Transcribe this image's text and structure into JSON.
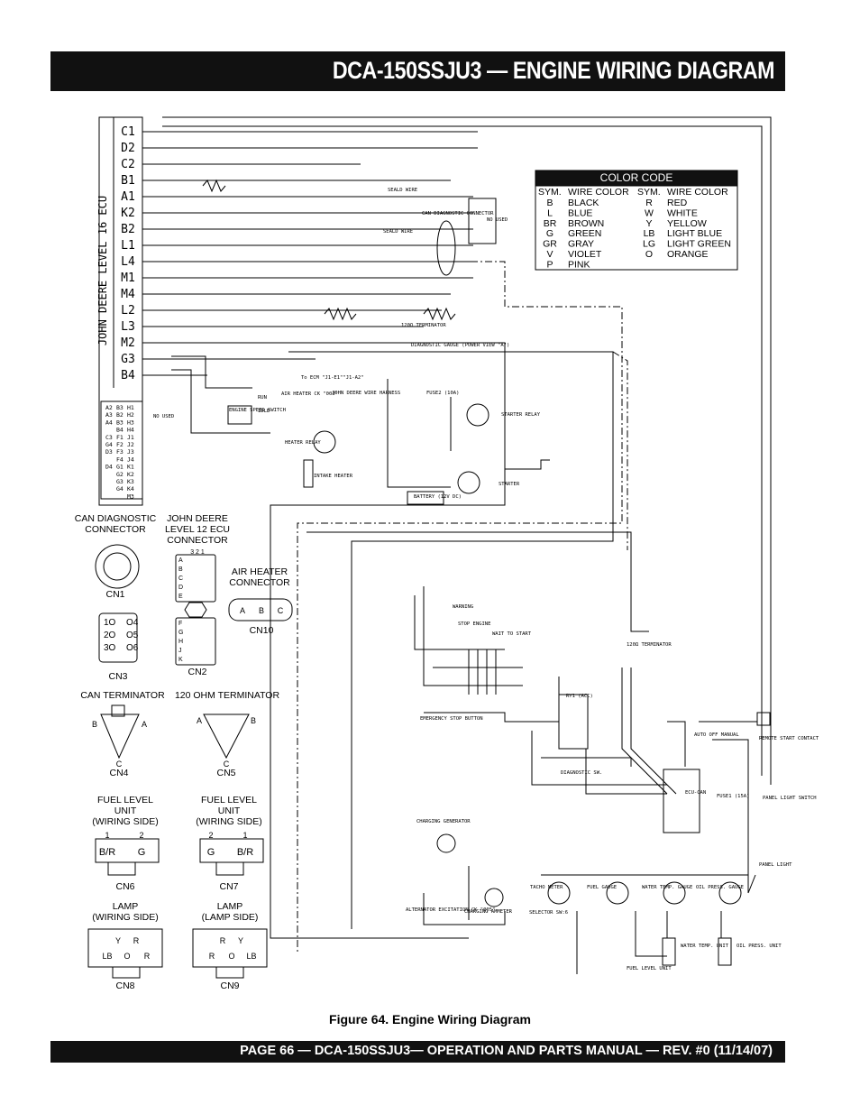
{
  "header": {
    "title": "DCA-150SSJU3 — ENGINE WIRING DIAGRAM"
  },
  "footer": {
    "text": "PAGE 66 — DCA-150SSJU3— OPERATION AND PARTS MANUAL — REV. #0 (11/14/07)"
  },
  "figure": {
    "caption": "Figure 64. Engine Wiring Diagram"
  },
  "ecu": {
    "label": "JOHN DEERE LEVEL 16 ECU",
    "pins": [
      "C1",
      "D2",
      "C2",
      "B1",
      "A1",
      "K2",
      "B2",
      "L1",
      "L4",
      "M1",
      "M4",
      "L2",
      "L3",
      "M2",
      "G3",
      "B4"
    ],
    "grid": [
      [
        "A2",
        "B3",
        "H1"
      ],
      [
        "A3",
        "B2",
        "H2"
      ],
      [
        "A4",
        "B3",
        "H3"
      ],
      [
        "B4",
        "H4"
      ],
      [
        "C3",
        "F1",
        "J1"
      ],
      [
        "G4",
        "F2",
        "J2"
      ],
      [
        "D3",
        "F3",
        "J3"
      ],
      [
        "F4",
        "J4"
      ],
      [
        "D4",
        "G1",
        "K1"
      ],
      [
        "G2",
        "K2"
      ],
      [
        "G3",
        "K3"
      ],
      [
        "G4",
        "K4"
      ],
      [
        "M3"
      ]
    ],
    "not_used": "NO USED"
  },
  "color_code": {
    "title": "COLOR CODE",
    "headers": [
      "SYM.",
      "WIRE COLOR",
      "SYM.",
      "WIRE COLOR"
    ],
    "rows": [
      [
        "B",
        "BLACK",
        "R",
        "RED"
      ],
      [
        "L",
        "BLUE",
        "W",
        "WHITE"
      ],
      [
        "BR",
        "BROWN",
        "Y",
        "YELLOW"
      ],
      [
        "G",
        "GREEN",
        "LB",
        "LIGHT BLUE"
      ],
      [
        "GR",
        "GRAY",
        "LG",
        "LIGHT GREEN"
      ],
      [
        "V",
        "VIOLET",
        "O",
        "ORANGE"
      ],
      [
        "P",
        "PINK",
        "",
        ""
      ]
    ]
  },
  "connectors": {
    "can_diag": {
      "label1": "CAN DIAGNOSTIC",
      "label2": "CONNECTOR",
      "id": "CN1"
    },
    "jd_ecu": {
      "label1": "JOHN DEERE",
      "label2": "LEVEL 12 ECU",
      "label3": "CONNECTOR",
      "id": "CN2",
      "cols": "3 2 1",
      "rows_top": [
        "A",
        "B",
        "C",
        "D",
        "E"
      ],
      "rows_bottom": [
        "F",
        "G",
        "H",
        "J",
        "K"
      ]
    },
    "cn3": {
      "id": "CN3",
      "pins": [
        "1",
        "2",
        "3",
        "4",
        "5",
        "6"
      ]
    },
    "air_heater": {
      "label1": "AIR HEATER",
      "label2": "CONNECTOR",
      "id": "CN10",
      "pins": [
        "A",
        "B",
        "C"
      ]
    },
    "can_term": {
      "label": "CAN TERMINATOR",
      "id": "CN4",
      "a": "A",
      "b": "B",
      "c": "C"
    },
    "ohm_term": {
      "label": "120 OHM TERMINATOR",
      "id": "CN5",
      "a": "A",
      "b": "B",
      "c": "C"
    },
    "fuel_wiring": {
      "label1": "FUEL LEVEL",
      "label2": "UNIT",
      "label3": "(WIRING SIDE)",
      "id": "CN6",
      "n1": "1",
      "n2": "2",
      "p1": "B/R",
      "p2": "G"
    },
    "fuel_unit": {
      "label1": "FUEL LEVEL",
      "label2": "UNIT",
      "label3": "(WIRING SIDE)",
      "id": "CN7",
      "n1": "2",
      "n2": "1",
      "p1": "G",
      "p2": "B/R"
    },
    "lamp_wiring": {
      "label1": "LAMP",
      "label2": "(WIRING SIDE)",
      "id": "CN8",
      "top": [
        "Y",
        "R"
      ],
      "bottom": [
        "LB",
        "O",
        "R"
      ]
    },
    "lamp_side": {
      "label1": "LAMP",
      "label2": "(LAMP SIDE)",
      "id": "CN9",
      "top": [
        "R",
        "Y"
      ],
      "bottom": [
        "R",
        "O",
        "LB"
      ]
    }
  },
  "diagram_labels": {
    "shield_wire_1": "SEALD WIRE",
    "shield_wire_2": "SEALD WIRE",
    "can_diag_conn": "CAN DIAGNOSTIC CONNECTOR",
    "no_used_2": "NO USED",
    "terminator_120": "120Ω TERMINATOR",
    "diag_gauge": "DIAGNOSTIC GAUGE (POWER VIEW \"A\")",
    "to_ecm": "To ECM \"J1-E1\"\"J1-A2\"",
    "air_heater_ck": "AIR HEATER CK \"003\"",
    "jd_harness": "JOHN DEERE WIRE HARNESS",
    "fuse2": "FUSE2 (10A)",
    "starter_relay": "STARTER RELAY",
    "heater_relay": "HEATER RELAY",
    "intake_heater": "INTAKE HEATER",
    "battery": "BATTERY (12V DC)",
    "starter": "STARTER",
    "engine_speed_switch": "ENGINE SPEED SWITCH",
    "run": "RUN",
    "idle": "IDLE",
    "warning": "WARNING",
    "stop_engine": "STOP ENGINE",
    "wait_to_start": "WAIT TO START",
    "emergency_stop": "EMERGENCY STOP BUTTON",
    "diagnostic_sw": "DIAGNOSTIC SW.",
    "ecu_can": "ECU-CAN",
    "fuse1": "FUSE1 (15A)",
    "auto_off_manual": "AUTO OFF MANUAL",
    "remote_start": "REMOTE START CONTACT",
    "panel_light_switch": "PANEL LIGHT SWITCH",
    "panel_light": "PANEL LIGHT",
    "charging_generator": "CHARGING GENERATOR",
    "alt_excitation": "ALTERNATOR EXCITATION CK \"005\"",
    "charging_ammeter": "CHARGING AMMETER",
    "tacho_meter": "TACHO METER",
    "selector_sw": "SELECTOR SW:6",
    "fuel_gauge": "FUEL GAUGE",
    "water_temp_gauge": "WATER TEMP. GAUGE",
    "oil_press_gauge": "OIL PRESS. GAUGE",
    "fuel_level_unit": "FUEL LEVEL UNIT",
    "water_temp_unit": "WATER TEMP. UNIT",
    "oil_press_unit": "OIL PRESS. UNIT",
    "relay_ry1": "RY1 (ACC)",
    "terminator_120b": "120Ω TERMINATOR"
  }
}
